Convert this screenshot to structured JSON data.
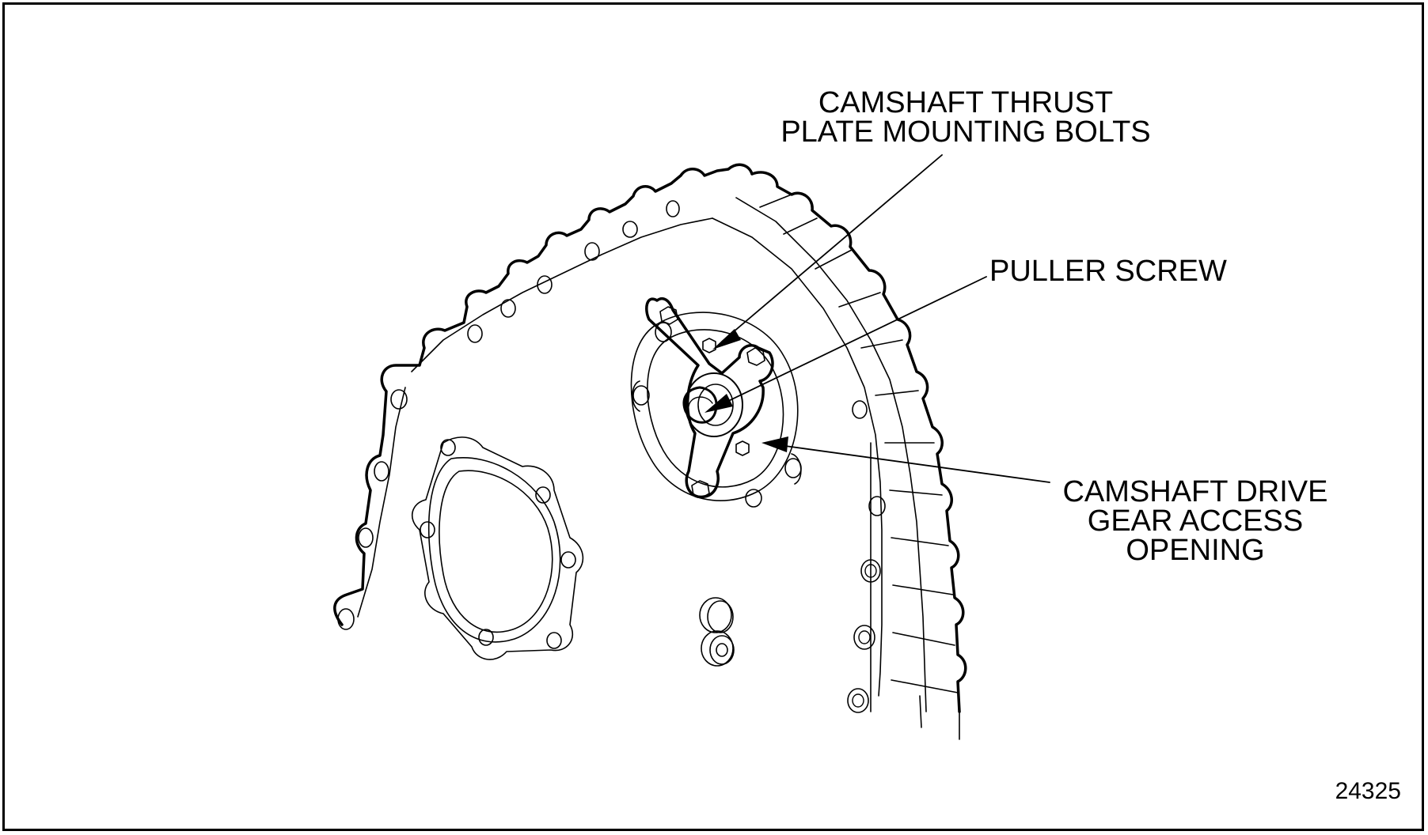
{
  "callouts": {
    "thrust_plate_bolts": [
      "CAMSHAFT THRUST",
      "PLATE MOUNTING BOLTS"
    ],
    "puller_screw": [
      "PULLER SCREW"
    ],
    "drive_gear_access": [
      "CAMSHAFT DRIVE",
      "GEAR ACCESS",
      "OPENING"
    ]
  },
  "figure_number": "24325",
  "colors": {
    "line": "#000000",
    "background": "#ffffff"
  }
}
